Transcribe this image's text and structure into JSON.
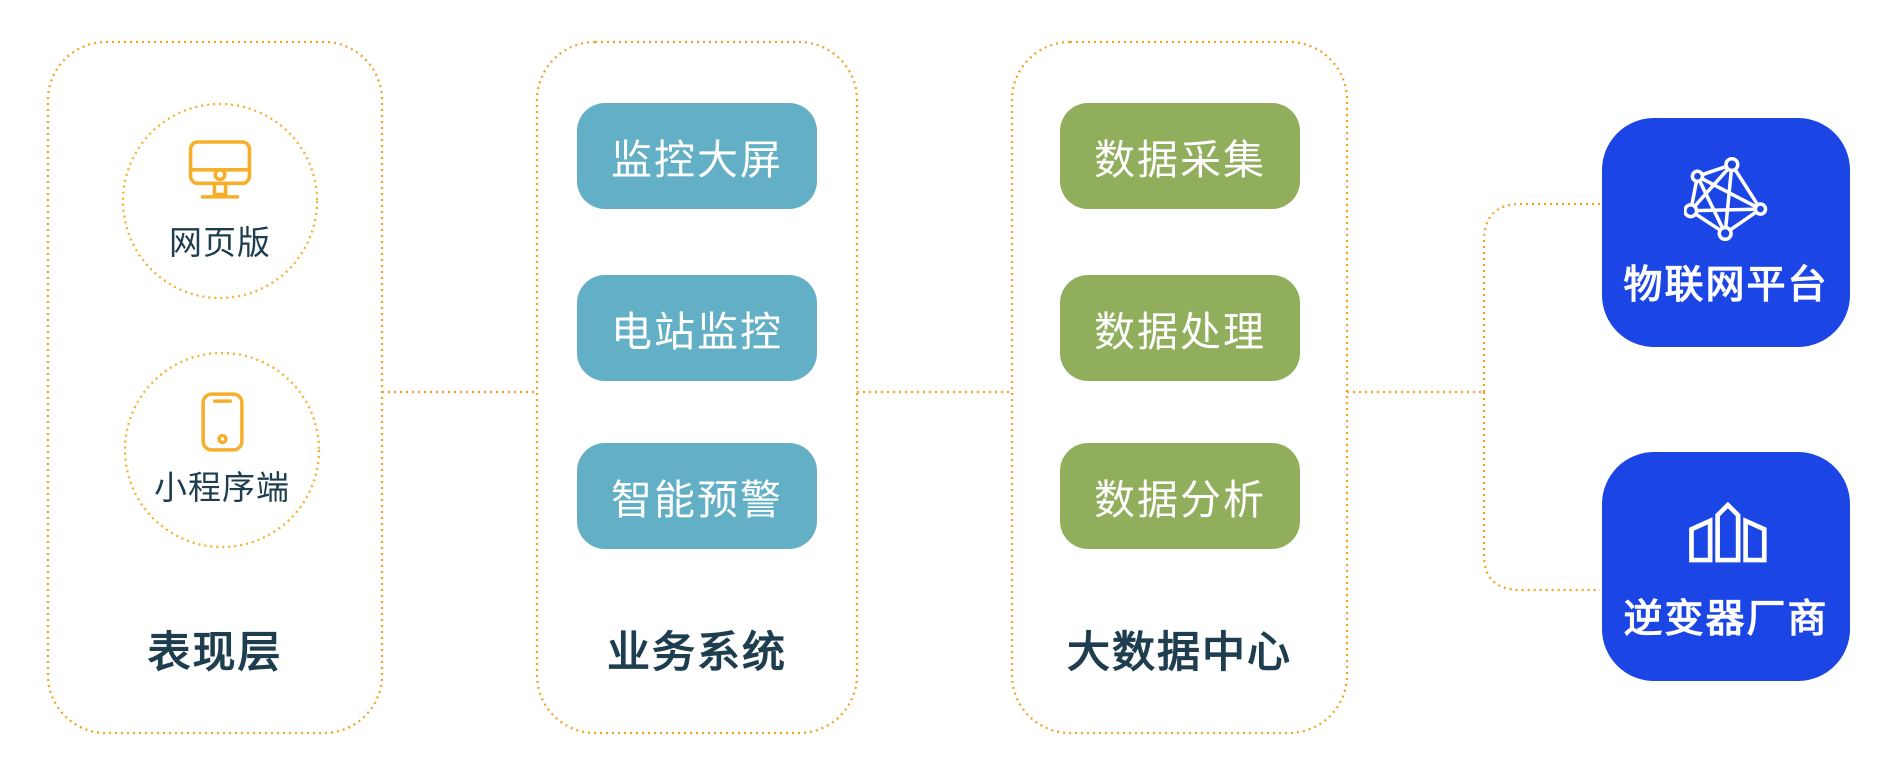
{
  "diagram": {
    "layers": [
      {
        "id": "presentation",
        "label": "表现层",
        "items": [
          {
            "label": "网页版",
            "icon": "monitor-icon"
          },
          {
            "label": "小程序端",
            "icon": "mobile-phone-icon"
          }
        ]
      },
      {
        "id": "business-system",
        "label": "业务系统",
        "items": [
          {
            "label": "监控大屏"
          },
          {
            "label": "电站监控"
          },
          {
            "label": "智能预警"
          }
        ]
      },
      {
        "id": "big-data-center",
        "label": "大数据中心",
        "items": [
          {
            "label": "数据采集"
          },
          {
            "label": "数据处理"
          },
          {
            "label": "数据分析"
          }
        ]
      }
    ],
    "external": [
      {
        "label": "物联网平台",
        "icon": "iot-network-icon"
      },
      {
        "label": "逆变器厂商",
        "icon": "factory-building-icon"
      }
    ],
    "colors": {
      "dotted_line_orange": "#F0A428",
      "circle_icon_orange": "#F7AF2B",
      "teal_node": "#63AFC5",
      "green_node": "#90AE5C",
      "blue_card": "#1B45E4",
      "dark_text": "#1E3D4F",
      "node_text": "#FFFFFF"
    }
  }
}
